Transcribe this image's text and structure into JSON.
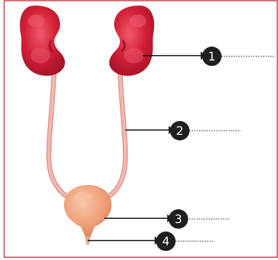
{
  "diagram": {
    "colors": {
      "frame": "#b0101a",
      "kidney": "#d21f35",
      "kidney_shadow": "#a5142a",
      "kidney_highlight": "#ee6072",
      "ureter": "#f2b7b3",
      "ureter_edge": "#d88c88",
      "bladder": "#f0a07a",
      "bladder_highlight": "#f7c2a2",
      "urethra": "#e7a790",
      "leader": "#000000",
      "marker_fill": "#1f1f1f"
    },
    "markers": [
      {
        "label": "1",
        "part": "kidney"
      },
      {
        "label": "2",
        "part": "ureter"
      },
      {
        "label": "3",
        "part": "urinary-bladder"
      },
      {
        "label": "4",
        "part": "urethra"
      }
    ]
  }
}
